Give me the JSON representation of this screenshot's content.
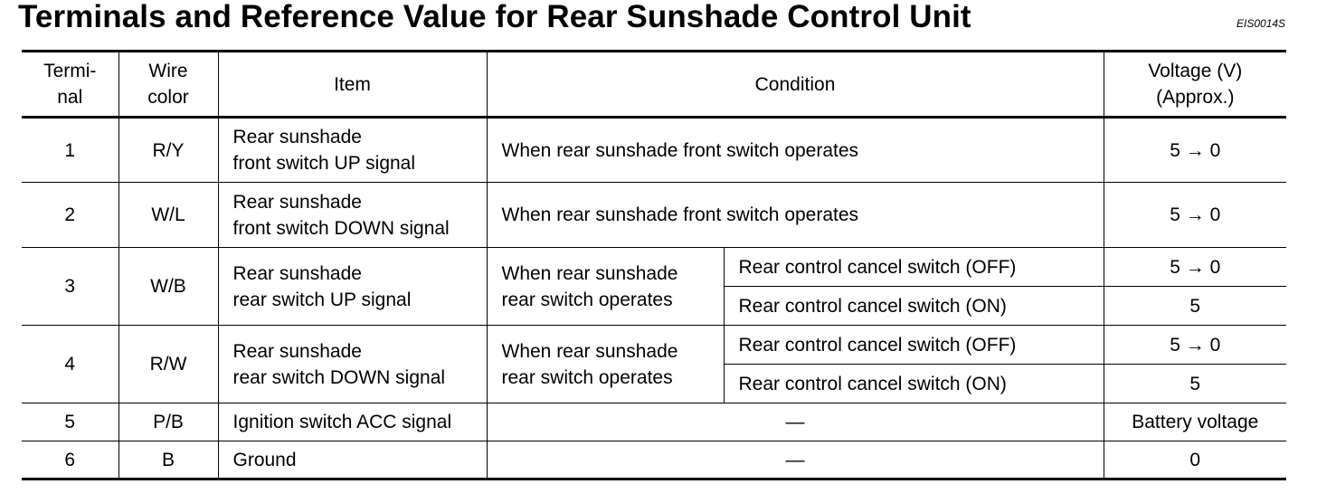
{
  "header": {
    "title": "Terminals and Reference Value for Rear Sunshade Control Unit",
    "ref_code": "EIS0014S"
  },
  "columns": {
    "terminal": [
      "Termi-",
      "nal"
    ],
    "wire_color": [
      "Wire",
      "color"
    ],
    "item": "Item",
    "condition": "Condition",
    "voltage": [
      "Voltage (V)",
      "(Approx.)"
    ]
  },
  "rows": [
    {
      "terminal": "1",
      "wire": "R/Y",
      "item": [
        "Rear sunshade",
        "front switch UP signal"
      ],
      "condition": "When rear sunshade front switch operates",
      "voltage": "5 → 0"
    },
    {
      "terminal": "2",
      "wire": "W/L",
      "item": [
        "Rear sunshade",
        "front switch DOWN signal"
      ],
      "condition": "When rear sunshade front switch operates",
      "voltage": "5 → 0"
    },
    {
      "terminal": "3",
      "wire": "W/B",
      "item": [
        "Rear sunshade",
        "rear switch UP signal"
      ],
      "condition": [
        "When rear sunshade",
        "rear switch operates"
      ],
      "sub": [
        {
          "condition": "Rear control cancel switch (OFF)",
          "voltage": "5 → 0"
        },
        {
          "condition": "Rear control cancel switch (ON)",
          "voltage": "5"
        }
      ]
    },
    {
      "terminal": "4",
      "wire": "R/W",
      "item": [
        "Rear sunshade",
        "rear switch DOWN signal"
      ],
      "condition": [
        "When rear sunshade",
        "rear switch operates"
      ],
      "sub": [
        {
          "condition": "Rear control cancel switch (OFF)",
          "voltage": "5 → 0"
        },
        {
          "condition": "Rear control cancel switch (ON)",
          "voltage": "5"
        }
      ]
    },
    {
      "terminal": "5",
      "wire": "P/B",
      "item": "Ignition switch ACC signal",
      "condition": "—",
      "voltage": "Battery voltage"
    },
    {
      "terminal": "6",
      "wire": "B",
      "item": "Ground",
      "condition": "—",
      "voltage": "0"
    }
  ]
}
